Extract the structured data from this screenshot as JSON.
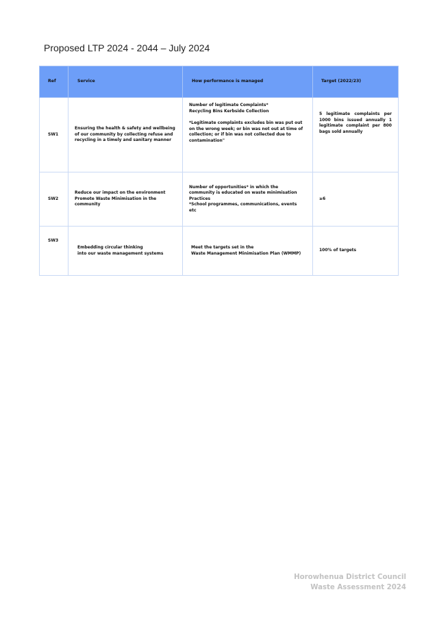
{
  "page": {
    "title": "Proposed LTP 2024 - 2044 – July 2024"
  },
  "table": {
    "headers": {
      "ref": "Ref",
      "service": "Service",
      "how": "How performance is managed",
      "target": "Target (2022/23)"
    },
    "rows": [
      {
        "ref": "SW1",
        "service_lines": [
          "Ensuring the health & safety and wellbeing",
          "of our community by collecting refuse and",
          "recycling in a timely and sanitary manner"
        ],
        "how_lines_a": [
          "Number of legitimate Complaints*",
          "Recycling Bins Kerbside Collection"
        ],
        "how_lines_b": [
          "*Legitimate complaints excludes bin was put out",
          "on the wrong week; or bin was not out at time of",
          "collection; or if bin was not collected due to",
          "contamination\""
        ],
        "target": "5 legitimate complaints per 1000 bins issued annually 1 legitimate complaint per 800 bags sold annually"
      },
      {
        "ref": "SW2",
        "service_lines": [
          "Reduce our impact on the environment",
          "Promote Waste Minimisation in the",
          "community"
        ],
        "how_lines": [
          "Number of opportunities* in which the",
          "community is educated on waste minimisation",
          "Practices",
          "*School programmes, communications, events",
          "etc"
        ],
        "target": "≥6"
      },
      {
        "ref": "SW3",
        "service_lines": [
          "Embedding circular thinking",
          "into our waste management systems"
        ],
        "how_lines": [
          "Meet the targets set in the",
          "Waste Management Minimisation Plan (WMMP)"
        ],
        "target": "100% of targets"
      }
    ]
  },
  "footer": {
    "line1": "Horowhenua District Council",
    "line2": "Waste Assessment 2024"
  }
}
